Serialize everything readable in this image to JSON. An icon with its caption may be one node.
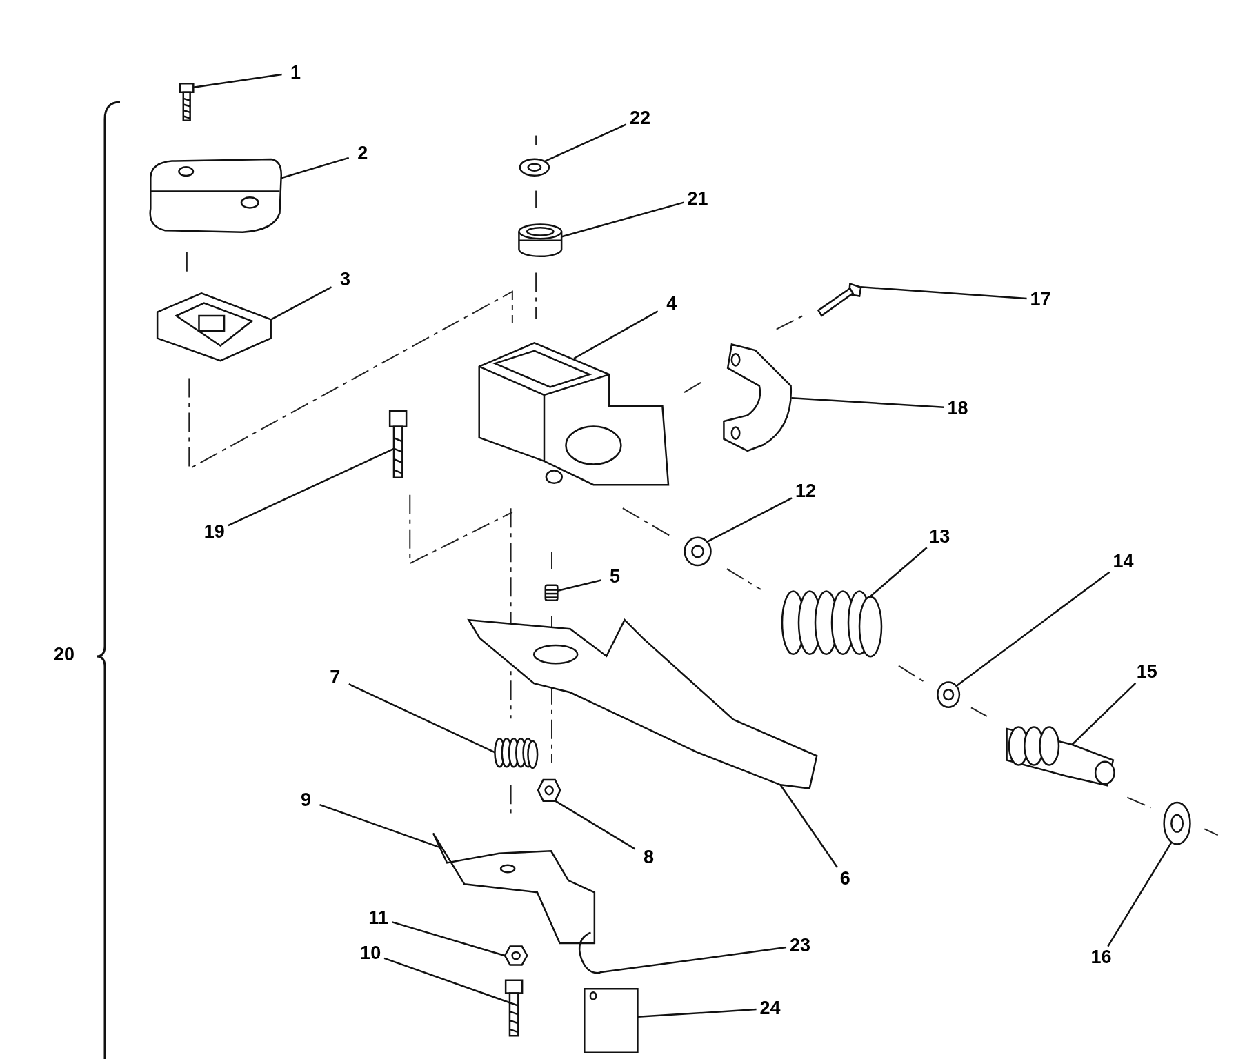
{
  "diagram": {
    "nodes": [
      {
        "text": [
          "1"
        ]
      },
      {
        "text": [
          "2"
        ]
      },
      {
        "text": [
          "3"
        ]
      },
      {
        "text": [
          "4"
        ]
      },
      {
        "text": [
          "5"
        ]
      },
      {
        "text": [
          "6"
        ]
      },
      {
        "text": [
          "7"
        ]
      },
      {
        "text": [
          "8"
        ]
      },
      {
        "text": [
          "9"
        ]
      },
      {
        "text": [
          "10"
        ]
      },
      {
        "text": [
          "11"
        ]
      },
      {
        "text": [
          "12"
        ]
      },
      {
        "text": [
          "13"
        ]
      },
      {
        "text": [
          "14"
        ]
      },
      {
        "text": [
          "15"
        ]
      },
      {
        "text": [
          "16"
        ]
      },
      {
        "text": [
          "17"
        ]
      },
      {
        "text": [
          "18"
        ]
      },
      {
        "text": [
          "19"
        ]
      },
      {
        "text": [
          "21"
        ]
      },
      {
        "text": [
          "22"
        ]
      },
      {
        "text": [
          "23"
        ]
      },
      {
        "text": [
          "24"
        ]
      },
      {
        "text": [],
        "shape": "picture"
      },
      {
        "text": [],
        "shape": "picture"
      },
      {
        "text": [],
        "shape": "picture"
      },
      {
        "text": [],
        "shape": "picture"
      },
      {
        "text": [],
        "shape": "picture"
      },
      {
        "text": [],
        "shape": "picture"
      },
      {
        "text": [],
        "shape": "picture"
      },
      {
        "text": [],
        "shape": "picture"
      },
      {
        "text": [],
        "shape": "picture"
      },
      {
        "text": [],
        "shape": "picture"
      },
      {
        "text": [],
        "shape": "picture"
      },
      {
        "text": [],
        "shape": "picture"
      },
      {
        "text": [],
        "shape": "picture"
      },
      {
        "text": [],
        "shape": "picture"
      },
      {
        "text": [],
        "shape": "picture"
      },
      {
        "text": [],
        "shape": "picture"
      },
      {
        "text": [],
        "shape": "picture"
      },
      {
        "text": [],
        "shape": "picture"
      },
      {
        "text": [],
        "shape": "picture"
      },
      {
        "text": [],
        "shape": "picture"
      },
      {
        "text": [],
        "shape": "picture"
      },
      {
        "text": [],
        "shape": "picture"
      },
      {
        "text": [],
        "shape": "picture"
      }
    ],
    "edges": [
      {
        "from": 0,
        "to": 23,
        "arrow": "none"
      },
      {
        "from": 1,
        "to": 24,
        "arrow": "none"
      },
      {
        "from": 2,
        "to": 25,
        "arrow": "none"
      },
      {
        "from": 3,
        "to": 26,
        "arrow": "none"
      },
      {
        "from": 4,
        "to": 27,
        "arrow": "none"
      },
      {
        "from": 5,
        "to": 28,
        "arrow": "none"
      },
      {
        "from": 6,
        "to": 29,
        "arrow": "none"
      },
      {
        "from": 7,
        "to": 30,
        "arrow": "none"
      },
      {
        "from": 8,
        "to": 31,
        "arrow": "none"
      },
      {
        "from": 9,
        "to": 32,
        "arrow": "none"
      },
      {
        "from": 10,
        "to": 33,
        "arrow": "none"
      },
      {
        "from": 11,
        "to": 34,
        "arrow": "none"
      },
      {
        "from": 12,
        "to": 35,
        "arrow": "none"
      },
      {
        "from": 13,
        "to": 36,
        "arrow": "none"
      },
      {
        "from": 14,
        "to": 37,
        "arrow": "none"
      },
      {
        "from": 15,
        "to": 38,
        "arrow": "none"
      },
      {
        "from": 16,
        "to": 39,
        "arrow": "none"
      },
      {
        "from": 17,
        "to": 40,
        "arrow": "none"
      },
      {
        "from": 18,
        "to": 41,
        "arrow": "none"
      },
      {
        "from": 19,
        "to": 42,
        "arrow": "none"
      },
      {
        "from": 20,
        "to": 43,
        "arrow": "none"
      },
      {
        "from": 21,
        "to": 44,
        "arrow": "none"
      },
      {
        "from": 22,
        "to": 45,
        "arrow": "none"
      }
    ],
    "labels": [
      "20"
    ]
  }
}
